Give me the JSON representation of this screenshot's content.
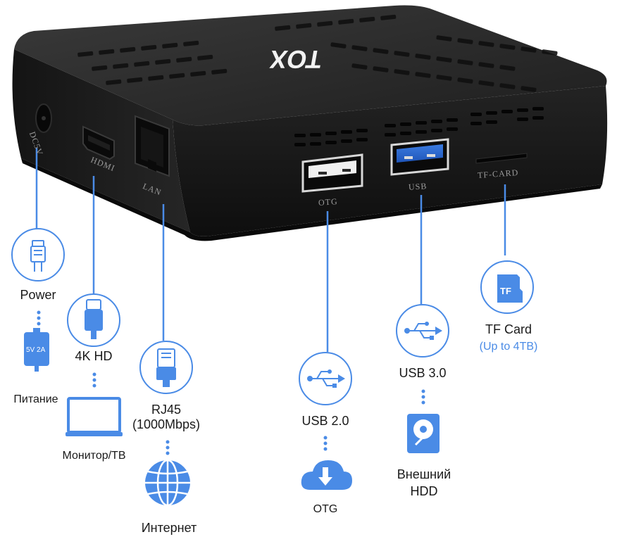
{
  "device": {
    "logo_text": "TOX",
    "port_labels": {
      "dc": "DC5V",
      "hdmi": "HDMI",
      "lan": "LAN",
      "otg": "OTG",
      "usb": "USB",
      "tf": "TF-CARD"
    }
  },
  "callouts": {
    "power": {
      "label": "Power",
      "sub": "Питание",
      "adapter_text": "5V 2A",
      "icon": "power-plug-icon"
    },
    "hdmi": {
      "label": "4K HD",
      "sub": "Монитор/ТВ",
      "icon": "hdmi-cable-icon"
    },
    "lan": {
      "label": "RJ45",
      "label2": "(1000Mbps)",
      "sub": "Интернет",
      "icon": "ethernet-plug-icon"
    },
    "otg": {
      "label": "USB 2.0",
      "sub": "OTG",
      "icon": "usb-symbol-icon"
    },
    "usb3": {
      "label": "USB 3.0",
      "sub": "Внешний",
      "sub2": "HDD",
      "icon": "usb-symbol-icon"
    },
    "tf": {
      "label": "TF Card",
      "note": "(Up to 4TB)",
      "card_text": "TF",
      "icon": "tf-card-icon"
    }
  },
  "colors": {
    "accent": "#4a8be6",
    "device_body": "#1c1c1c",
    "text": "#1a1a1a"
  }
}
